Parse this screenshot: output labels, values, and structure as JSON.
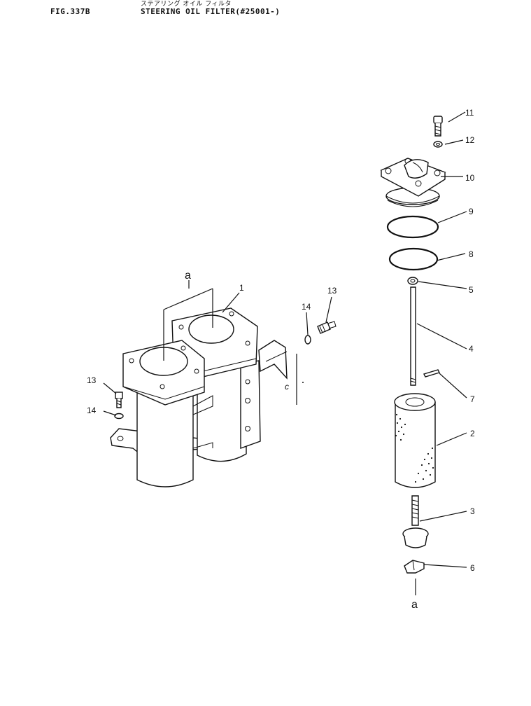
{
  "header": {
    "figure_no": "FIG.337B",
    "title_jp": "ステアリング オイル フィルタ",
    "title": "STEERING OIL FILTER(#25001-)"
  },
  "callouts": {
    "p1": "1",
    "p2": "2",
    "p3": "3",
    "p4": "4",
    "p5": "5",
    "p6": "6",
    "p7": "7",
    "p8": "8",
    "p9": "9",
    "p10": "10",
    "p11": "11",
    "p12": "12",
    "p13a": "13",
    "p13b": "13",
    "p14a": "14",
    "p14b": "14",
    "ref_a_top": "a",
    "ref_a_bottom": "a",
    "ref_c": "c"
  }
}
